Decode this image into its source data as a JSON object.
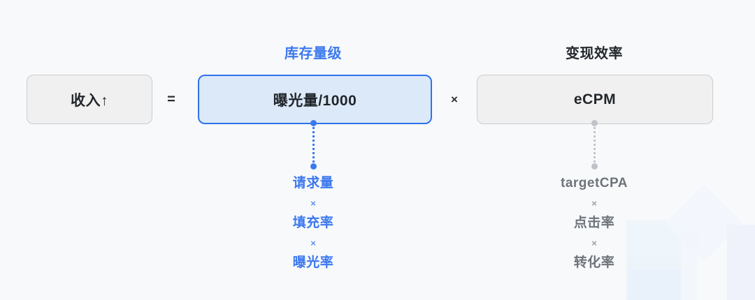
{
  "colors": {
    "background": "#f7f9fb",
    "accent_blue": "#3c78ef",
    "blue_box_fill": "#dce9f9",
    "blue_box_border": "#2f72ea",
    "grey_box_fill": "#f0f0f0",
    "grey_box_border": "#cdcdcd",
    "dark_text": "#25292e",
    "grey_text": "#6f747b"
  },
  "headers": {
    "inventory": "库存量级",
    "monetization": "变现效率"
  },
  "formula": {
    "revenue_box": "收入↑",
    "equals_operator": "=",
    "impressions_box": "曝光量/1000",
    "times_operator": "×",
    "ecpm_box": "eCPM"
  },
  "breakdown": {
    "inventory": {
      "terms": [
        "请求量",
        "填充率",
        "曝光率"
      ],
      "operators": [
        "×",
        "×"
      ]
    },
    "monetization": {
      "terms": [
        "targetCPA",
        "点击率",
        "转化率"
      ],
      "operators": [
        "×",
        "×"
      ]
    }
  }
}
